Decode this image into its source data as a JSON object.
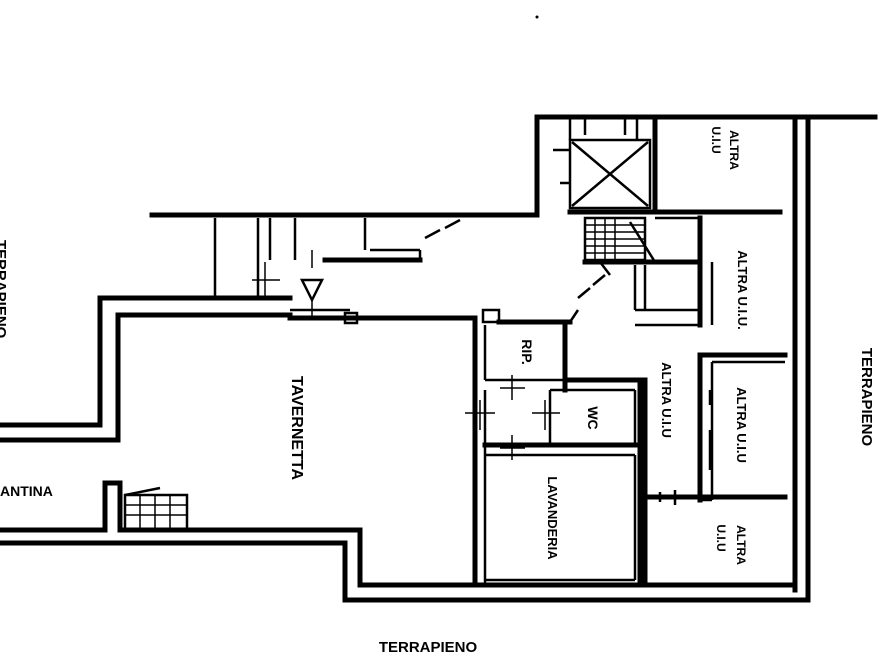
{
  "labels": {
    "terrapieno_bottom": "TERRAPIENO",
    "terrapieno_right": "TERRAPIENO",
    "terrapieno_left": "TERRAPIENO",
    "cantina": "ANTINA",
    "tavernetta": "TAVERNETTA",
    "rip": "RIP.",
    "wc": "WC",
    "lavanderia": "LAVANDERIA",
    "altra_uiu_top": [
      "ALTRA",
      "U.I.U"
    ],
    "altra_uiu_right_upper": "ALTRA U.I.U.",
    "altra_uiu_center": "ALTRA U.I.U",
    "altra_uiu_right_middle": "ALTRA U.I.U",
    "altra_uiu_bottom": [
      "ALTRA",
      "U.I.U"
    ]
  }
}
